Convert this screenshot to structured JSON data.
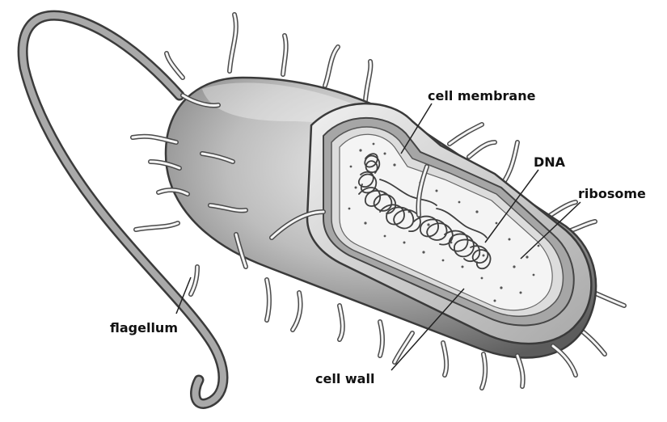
{
  "labels": {
    "cell_membrane": "cell membrane",
    "dna": "DNA",
    "ribosome": "ribosome",
    "flagellum": "flagellum",
    "cell_wall": "cell wall"
  },
  "colors": {
    "background": "#ffffff",
    "body_light": "#e8e8e8",
    "body_dark": "#5a5a5a",
    "outline": "#3a3a3a",
    "cell_wall_band": "#d6d6d6",
    "membrane_band": "#9c9c9c",
    "cytoplasm": "#f3f3f3",
    "leader_line": "#222222"
  },
  "icons": {
    "pili": "pili-hairs",
    "dna": "dna-coil",
    "ribosomes": "ribosome-dots"
  }
}
